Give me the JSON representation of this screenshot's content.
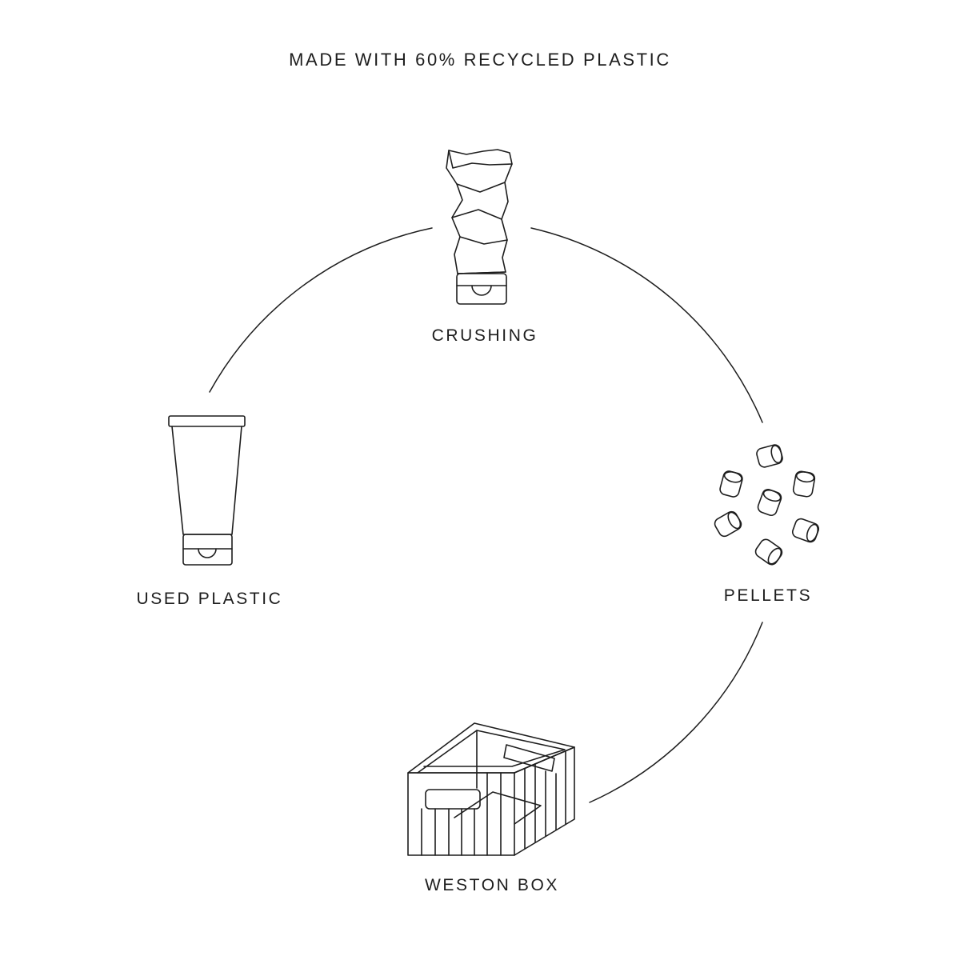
{
  "diagram": {
    "title": "MADE WITH 60% RECYCLED PLASTIC",
    "stages": [
      {
        "label": "CRUSHING",
        "icon": "crushed-tube-icon"
      },
      {
        "label": "PELLETS",
        "icon": "plastic-pellets-icon"
      },
      {
        "label": "WESTON BOX",
        "icon": "storage-box-icon"
      },
      {
        "label": "USED PLASTIC",
        "icon": "plastic-tube-icon"
      }
    ]
  }
}
